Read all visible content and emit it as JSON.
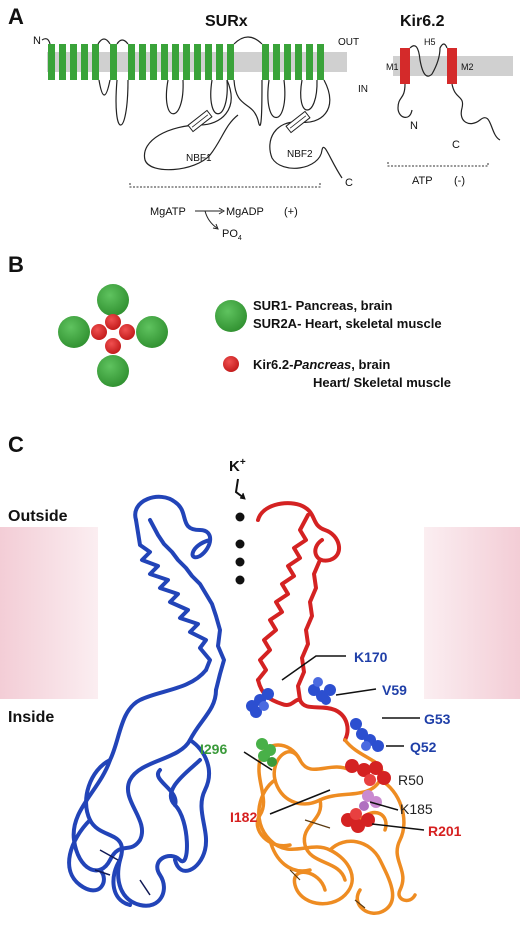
{
  "panel_a": {
    "letter": "A",
    "surx_title": "SURx",
    "kir_title": "Kir6.2",
    "n_term_sur": "N",
    "c_term_sur": "C",
    "nbf1": "NBF1",
    "nbf2": "NBF2",
    "out_label": "OUT",
    "in_label": "IN",
    "m1": "M1",
    "m2": "M2",
    "h5": "H5",
    "n_term_kir": "N",
    "c_term_kir": "C",
    "mgatp": "MgATP",
    "mgadp": "MgADP",
    "plus": "(+)",
    "po4": "PO",
    "po4_sub": "4",
    "atp": "ATP",
    "minus": "(-)",
    "colors": {
      "tm_green": "#3aa33a",
      "tm_red": "#d42a2a",
      "membrane": "#d0d0d0"
    }
  },
  "panel_b": {
    "letter": "B",
    "legend_sur1": "SUR1- Pancreas, brain",
    "legend_sur2a": "SUR2A- Heart, skeletal muscle",
    "legend_kir_prefix": "Kir6.2-",
    "legend_kir_italic": "Pancreas",
    "legend_kir_rest": ", brain",
    "legend_kir_line2": "Heart/ Skeletal muscle",
    "colors": {
      "sur": "#3da53d",
      "kir": "#e02828"
    }
  },
  "panel_c": {
    "letter": "C",
    "ion": "K",
    "ion_sup": "+",
    "outside": "Outside",
    "inside": "Inside",
    "labels": {
      "k170": "K170",
      "v59": "V59",
      "g53": "G53",
      "q52": "Q52",
      "r50": "R50",
      "k185": "K185",
      "r201": "R201",
      "i296": "I296",
      "i182": "I182"
    },
    "colors": {
      "blue_chain": "#2244b8",
      "red_chain": "#d42222",
      "orange_chain": "#ee8c22",
      "label_blue": "#1f3fa8",
      "label_red": "#d62020",
      "label_green": "#3a9a3a",
      "label_dark": "#222222",
      "membrane": "#f3cdd6"
    }
  }
}
